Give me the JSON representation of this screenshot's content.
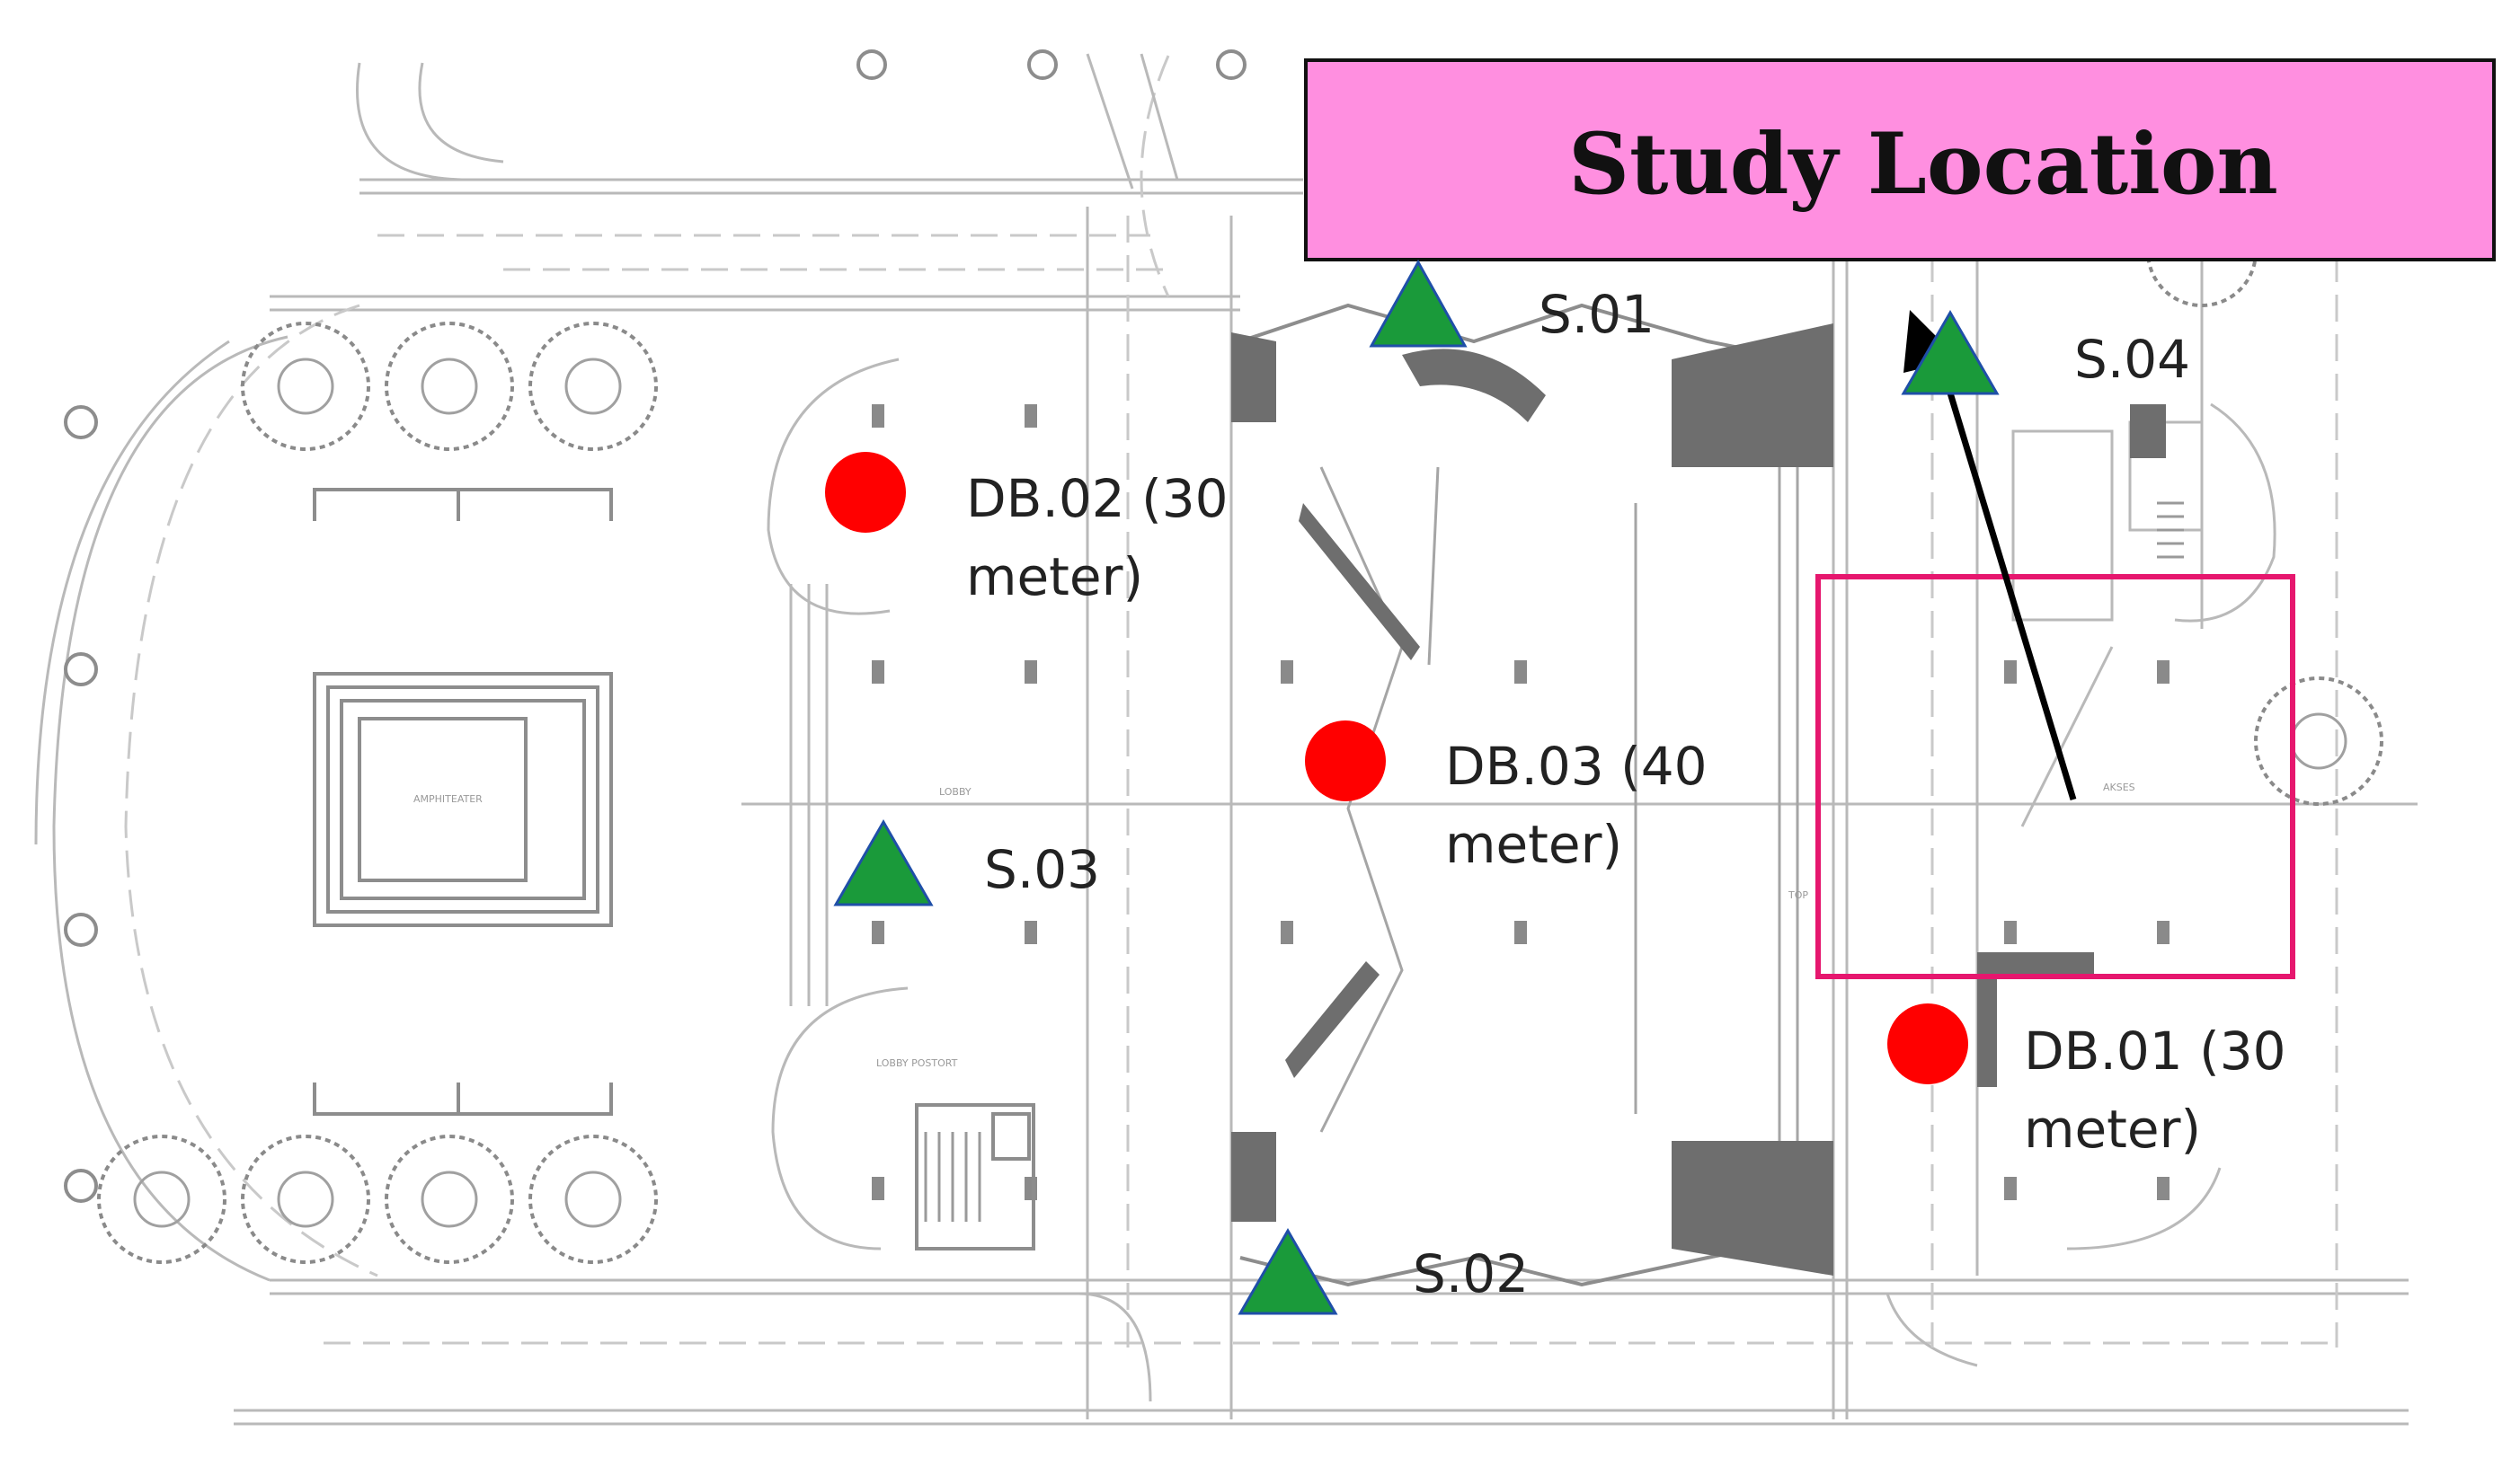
{
  "title_box": {
    "text": "Study Location",
    "fill": "#ff8fe0",
    "border": "#111111"
  },
  "highlight": {
    "color": "#e6176e"
  },
  "arrow": {
    "color": "#000000"
  },
  "markers": {
    "circle_color": "#ff0000",
    "triangle_color": "#1a9a3a",
    "triangle_stroke": "#1f4fa8",
    "db01": {
      "line1": "DB.01 (30",
      "line2": "meter)"
    },
    "db02": {
      "line1": "DB.02 (30",
      "line2": "meter)"
    },
    "db03": {
      "line1": "DB.03 (40",
      "line2": "meter)"
    },
    "s01": "S.01",
    "s02": "S.02",
    "s03": "S.03",
    "s04": "S.04"
  }
}
